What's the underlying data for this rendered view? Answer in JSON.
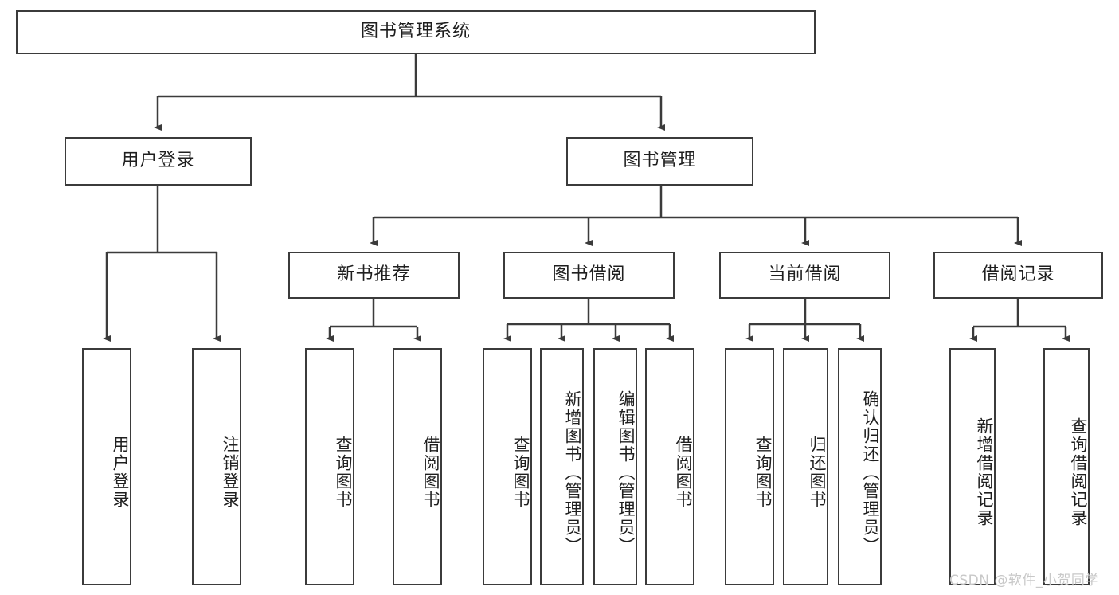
{
  "diagram": {
    "title": "图书管理系统",
    "root": {
      "label": "图书管理系统"
    },
    "level2": [
      {
        "label": "用户登录"
      },
      {
        "label": "图书管理"
      }
    ],
    "level3": [
      {
        "label": "新书推荐"
      },
      {
        "label": "图书借阅"
      },
      {
        "label": "当前借阅"
      },
      {
        "label": "借阅记录"
      }
    ],
    "leaves": {
      "user_login": [
        {
          "label": "用户登录"
        },
        {
          "label": "注销登录"
        }
      ],
      "new_book_recommend": [
        {
          "label": "查询图书"
        },
        {
          "label": "借阅图书"
        }
      ],
      "book_borrow": [
        {
          "label": "查询图书"
        },
        {
          "label": "新增图书（管理员）"
        },
        {
          "label": "编辑图书（管理员）"
        },
        {
          "label": "借阅图书"
        }
      ],
      "current_borrow": [
        {
          "label": "查询图书"
        },
        {
          "label": "归还图书"
        },
        {
          "label": "确认归还（管理员）"
        }
      ],
      "borrow_records": [
        {
          "label": "新增借阅记录"
        },
        {
          "label": "查询借阅记录"
        }
      ]
    }
  },
  "watermark": {
    "text": "CSDN @软件_小贺同学"
  },
  "colors": {
    "stroke": "#3b3b3b",
    "background": "#ffffff",
    "text": "#1f1f1f",
    "watermark": "#c8c8c8"
  }
}
